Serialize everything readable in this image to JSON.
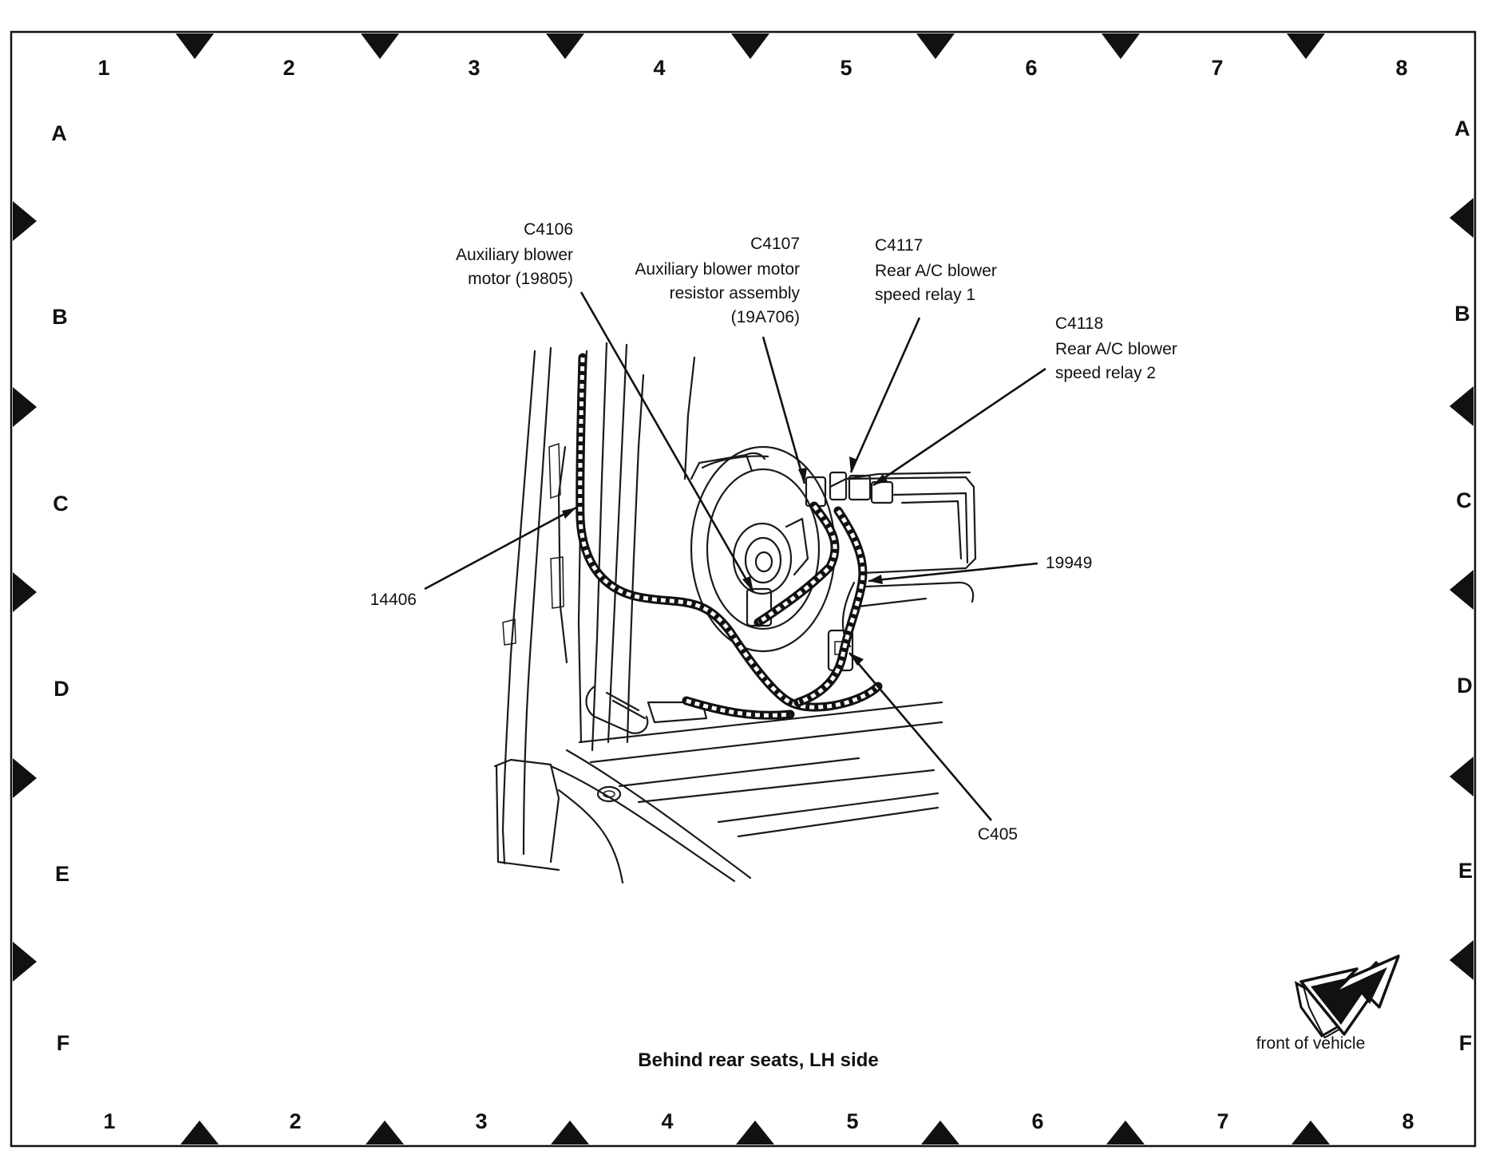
{
  "grid": {
    "columns": [
      "1",
      "2",
      "3",
      "4",
      "5",
      "6",
      "7",
      "8"
    ],
    "rows": [
      "A",
      "B",
      "C",
      "D",
      "E",
      "F"
    ]
  },
  "callouts": {
    "c4106": {
      "code": "C4106",
      "line1": "Auxiliary blower",
      "line2": "motor (19805)"
    },
    "c4107": {
      "code": "C4107",
      "line1": "Auxiliary blower motor",
      "line2": "resistor assembly",
      "line3": "(19A706)"
    },
    "c4117": {
      "code": "C4117",
      "line1": "Rear A/C blower",
      "line2": "speed relay 1"
    },
    "c4118": {
      "code": "C4118",
      "line1": "Rear A/C blower",
      "line2": "speed relay 2"
    },
    "h19949": {
      "code": "19949"
    },
    "h14406": {
      "code": "14406"
    },
    "c405": {
      "code": "C405"
    }
  },
  "caption": "Behind rear seats, LH side",
  "orientation": {
    "label": "front of vehicle",
    "icon": "front-arrow-icon"
  }
}
